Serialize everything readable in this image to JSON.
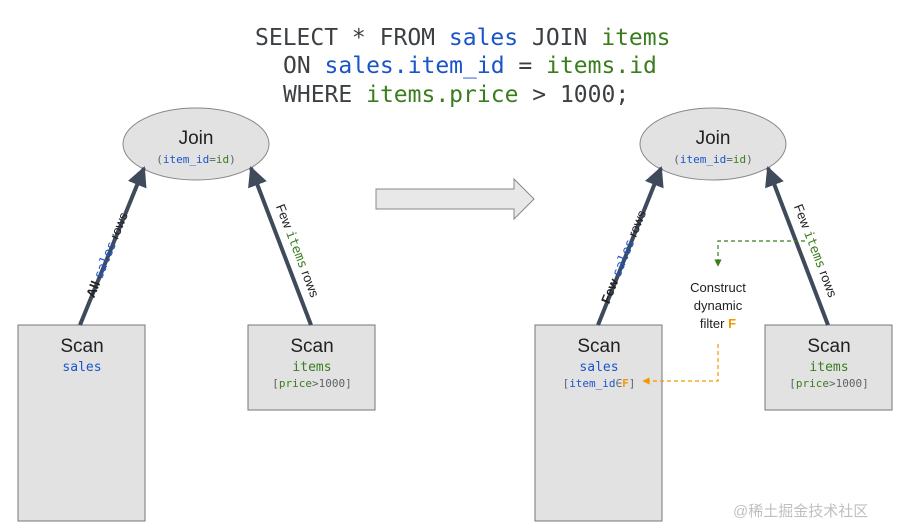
{
  "query": {
    "line1": {
      "select": "SELECT * FROM ",
      "sales": "sales",
      "join": " JOIN ",
      "items": "items"
    },
    "line2": {
      "on": "ON ",
      "left": "sales.item_id",
      "eq": " = ",
      "right": "items.id"
    },
    "line3": {
      "where": "WHERE ",
      "col": "items.price",
      "rest": " > 1000;"
    }
  },
  "left_plan": {
    "join": {
      "title": "Join",
      "cond_left": "item_id",
      "cond_eq": "=",
      "cond_right": "id"
    },
    "sales_scan": {
      "title": "Scan",
      "table": "sales"
    },
    "items_scan": {
      "title": "Scan",
      "table": "items",
      "cond_open": "[",
      "cond_col": "price",
      "cond_rest": ">1000]"
    },
    "left_edge": {
      "bold": "All",
      "table": "sales",
      "rest": "rows"
    },
    "right_edge": {
      "bold": "Few",
      "table": "items",
      "rest": "rows"
    }
  },
  "right_plan": {
    "join": {
      "title": "Join",
      "cond_left": "item_id",
      "cond_eq": "=",
      "cond_right": "id"
    },
    "sales_scan": {
      "title": "Scan",
      "table": "sales",
      "filter_open": "[",
      "filter_col": "item_id",
      "filter_in": "∈",
      "filter_f": "F",
      "filter_close": "]"
    },
    "items_scan": {
      "title": "Scan",
      "table": "items",
      "cond_open": "[",
      "cond_col": "price",
      "cond_rest": ">1000]"
    },
    "left_edge": {
      "bold": "Few",
      "table": "sales",
      "rest": "rows"
    },
    "right_edge": {
      "bold": "Few",
      "table": "items",
      "rest": "rows"
    },
    "note": {
      "line1": "Construct",
      "line2": "dynamic",
      "line3": "filter",
      "f": "F"
    }
  },
  "colors": {
    "blue": "#1a55c8",
    "green": "#3a7d1e",
    "orange": "#f29900",
    "arrow": "#3f4a5a",
    "box_fill": "#e2e2e2"
  },
  "watermark": "@稀土掘金技术社区"
}
